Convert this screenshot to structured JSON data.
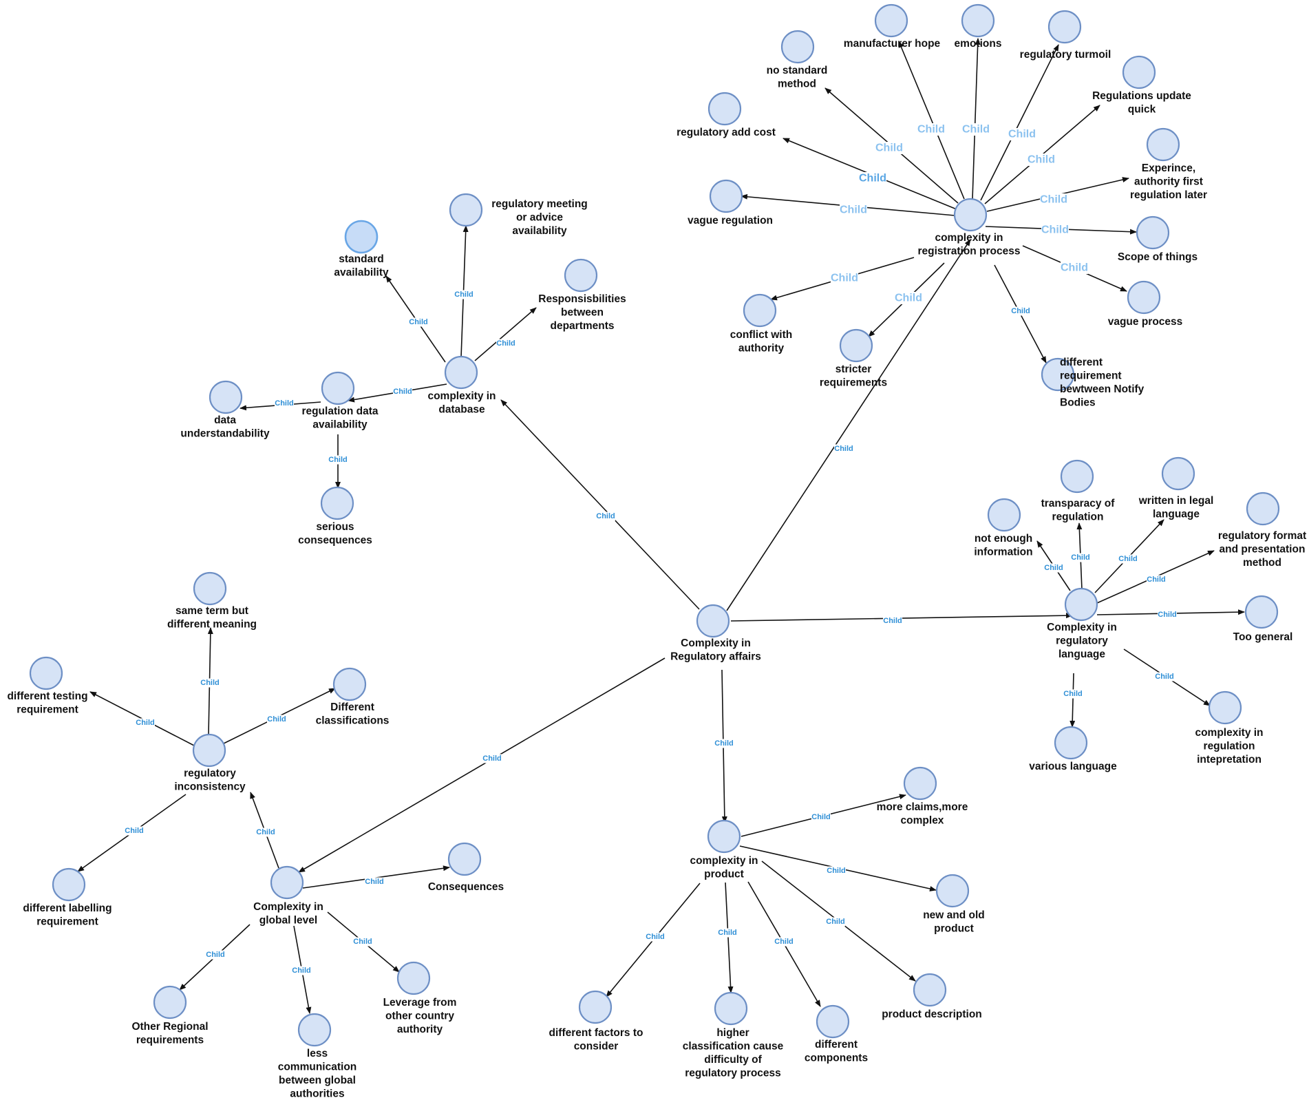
{
  "diagram": {
    "type": "mind-map",
    "colors": {
      "node_fill": "#d6e3f6",
      "node_stroke": "#6d8fc5",
      "edge": "#111111",
      "edge_label": "#2f8fd6",
      "edge_label_light": "#8cc2ef"
    },
    "nodes": [
      {
        "id": "root",
        "label": [
          "Complexity in",
          "Regulatory affairs"
        ]
      },
      {
        "id": "reg",
        "label": [
          "complexity in",
          "registration process"
        ]
      },
      {
        "id": "db",
        "label": [
          "complexity in",
          "database"
        ]
      },
      {
        "id": "lang",
        "label": [
          "Complexity in",
          "regulatory",
          "language"
        ]
      },
      {
        "id": "prod",
        "label": [
          "complexity in",
          "product"
        ]
      },
      {
        "id": "glob",
        "label": [
          "Complexity in",
          "global level"
        ]
      },
      {
        "id": "incons",
        "label": [
          "regulatory",
          "inconsistency"
        ]
      },
      {
        "id": "rda",
        "label": [
          "regulation data",
          "availability"
        ]
      },
      {
        "id": "mfr",
        "label": [
          "manufacturer hope"
        ]
      },
      {
        "id": "emo",
        "label": [
          "emotions"
        ]
      },
      {
        "id": "turm",
        "label": [
          "regulatory turmoil"
        ]
      },
      {
        "id": "nostd",
        "label": [
          "no standard",
          "method"
        ]
      },
      {
        "id": "upd",
        "label": [
          "Regulations update",
          "quick"
        ]
      },
      {
        "id": "cost",
        "label": [
          "regulatory add cost"
        ]
      },
      {
        "id": "exp",
        "label": [
          "Experince,",
          "authority first",
          "regulation later"
        ]
      },
      {
        "id": "vague",
        "label": [
          "vague regulation"
        ]
      },
      {
        "id": "scope",
        "label": [
          "Scope of things"
        ]
      },
      {
        "id": "vproc",
        "label": [
          "vague process"
        ]
      },
      {
        "id": "confl",
        "label": [
          "conflict with",
          "authority"
        ]
      },
      {
        "id": "strict",
        "label": [
          "stricter",
          "requirements"
        ]
      },
      {
        "id": "notify",
        "label": [
          "different",
          "requirement",
          "bewtween Notify",
          "Bodies"
        ]
      },
      {
        "id": "meet",
        "label": [
          "regulatory meeting",
          "or advice",
          "availability"
        ]
      },
      {
        "id": "stdav",
        "label": [
          "standard",
          "availability"
        ]
      },
      {
        "id": "resp",
        "label": [
          "Responsisbilities",
          "between",
          "departments"
        ]
      },
      {
        "id": "dataund",
        "label": [
          "data",
          "understandability"
        ]
      },
      {
        "id": "serious",
        "label": [
          "serious",
          "consequences"
        ]
      },
      {
        "id": "transp",
        "label": [
          "transparacy of",
          "regulation"
        ]
      },
      {
        "id": "legal",
        "label": [
          "written in legal",
          "language"
        ]
      },
      {
        "id": "notenough",
        "label": [
          "not enough",
          "information"
        ]
      },
      {
        "id": "format",
        "label": [
          "regulatory format",
          "and presentation",
          "method"
        ]
      },
      {
        "id": "toogen",
        "label": [
          "Too general"
        ]
      },
      {
        "id": "various",
        "label": [
          "various language"
        ]
      },
      {
        "id": "interp",
        "label": [
          "complexity in",
          "regulation",
          "intepretation"
        ]
      },
      {
        "id": "claims",
        "label": [
          "more claims,more",
          "complex"
        ]
      },
      {
        "id": "newold",
        "label": [
          "new and old",
          "product"
        ]
      },
      {
        "id": "pdesc",
        "label": [
          "product description"
        ]
      },
      {
        "id": "factors",
        "label": [
          "different factors to",
          "consider"
        ]
      },
      {
        "id": "higher",
        "label": [
          "higher",
          "classification cause",
          "difficulty of",
          "regulatory process"
        ]
      },
      {
        "id": "comps",
        "label": [
          "different",
          "components"
        ]
      },
      {
        "id": "conseq",
        "label": [
          "Consequences"
        ]
      },
      {
        "id": "leverage",
        "label": [
          "Leverage from",
          "other country",
          "authority"
        ]
      },
      {
        "id": "lesscomm",
        "label": [
          "less",
          "communication",
          "between global",
          "authorities"
        ]
      },
      {
        "id": "otherreg",
        "label": [
          "Other Regional",
          "requirements"
        ]
      },
      {
        "id": "sameterm",
        "label": [
          "same term but",
          "different meaning"
        ]
      },
      {
        "id": "difftest",
        "label": [
          "different testing",
          "requirement"
        ]
      },
      {
        "id": "diffclass",
        "label": [
          "Different",
          "classifications"
        ]
      },
      {
        "id": "difflabel",
        "label": [
          "different labelling",
          "requirement"
        ]
      }
    ],
    "edges": [
      {
        "from": "root",
        "to": "reg",
        "label": "Child"
      },
      {
        "from": "root",
        "to": "db",
        "label": "Child"
      },
      {
        "from": "root",
        "to": "lang",
        "label": "Child"
      },
      {
        "from": "root",
        "to": "prod",
        "label": "Child"
      },
      {
        "from": "root",
        "to": "glob",
        "label": "Child"
      },
      {
        "from": "reg",
        "to": "mfr",
        "label": "Child"
      },
      {
        "from": "reg",
        "to": "emo",
        "label": "Child"
      },
      {
        "from": "reg",
        "to": "turm",
        "label": "Child"
      },
      {
        "from": "reg",
        "to": "nostd",
        "label": "Child"
      },
      {
        "from": "reg",
        "to": "upd",
        "label": "Child"
      },
      {
        "from": "reg",
        "to": "cost",
        "label": "Child"
      },
      {
        "from": "reg",
        "to": "exp",
        "label": "Child"
      },
      {
        "from": "reg",
        "to": "vague",
        "label": "Child"
      },
      {
        "from": "reg",
        "to": "scope",
        "label": "Child"
      },
      {
        "from": "reg",
        "to": "vproc",
        "label": "Child"
      },
      {
        "from": "reg",
        "to": "confl",
        "label": "Child"
      },
      {
        "from": "reg",
        "to": "strict",
        "label": "Child"
      },
      {
        "from": "reg",
        "to": "notify",
        "label": "Child"
      },
      {
        "from": "db",
        "to": "meet",
        "label": "Child"
      },
      {
        "from": "db",
        "to": "stdav",
        "label": "Child"
      },
      {
        "from": "db",
        "to": "resp",
        "label": "Child"
      },
      {
        "from": "db",
        "to": "rda",
        "label": "Child"
      },
      {
        "from": "rda",
        "to": "dataund",
        "label": "Child"
      },
      {
        "from": "rda",
        "to": "serious",
        "label": "Child"
      },
      {
        "from": "lang",
        "to": "transp",
        "label": "Child"
      },
      {
        "from": "lang",
        "to": "legal",
        "label": "Child"
      },
      {
        "from": "lang",
        "to": "notenough",
        "label": "Child"
      },
      {
        "from": "lang",
        "to": "format",
        "label": "Child"
      },
      {
        "from": "lang",
        "to": "toogen",
        "label": "Child"
      },
      {
        "from": "lang",
        "to": "various",
        "label": "Child"
      },
      {
        "from": "lang",
        "to": "interp",
        "label": "Child"
      },
      {
        "from": "prod",
        "to": "claims",
        "label": "Child"
      },
      {
        "from": "prod",
        "to": "newold",
        "label": "Child"
      },
      {
        "from": "prod",
        "to": "pdesc",
        "label": "Child"
      },
      {
        "from": "prod",
        "to": "factors",
        "label": "Child"
      },
      {
        "from": "prod",
        "to": "higher",
        "label": "Child"
      },
      {
        "from": "prod",
        "to": "comps",
        "label": "Child"
      },
      {
        "from": "glob",
        "to": "conseq",
        "label": "Child"
      },
      {
        "from": "glob",
        "to": "leverage",
        "label": "Child"
      },
      {
        "from": "glob",
        "to": "lesscomm",
        "label": "Child"
      },
      {
        "from": "glob",
        "to": "otherreg",
        "label": "Child"
      },
      {
        "from": "glob",
        "to": "incons",
        "label": "Child"
      },
      {
        "from": "incons",
        "to": "sameterm",
        "label": "Child"
      },
      {
        "from": "incons",
        "to": "difftest",
        "label": "Child"
      },
      {
        "from": "incons",
        "to": "diffclass",
        "label": "Child"
      },
      {
        "from": "incons",
        "to": "difflabel",
        "label": "Child"
      }
    ]
  }
}
